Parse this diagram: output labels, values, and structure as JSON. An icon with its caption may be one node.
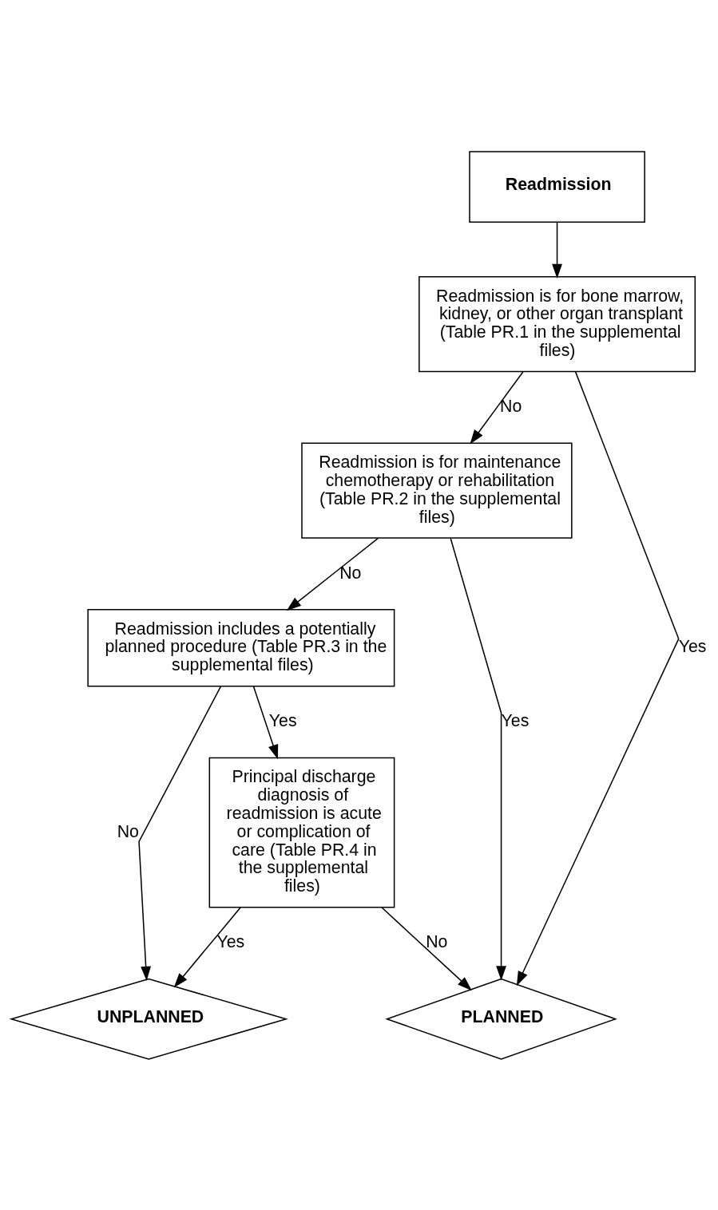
{
  "diagram": {
    "nodes": [
      {
        "text": [
          "Readmission"
        ]
      },
      {
        "text": [
          "Readmission is for bone marrow, kidney, or other organ transplant (Table PR.1 in the supplemental files)"
        ]
      },
      {
        "text": [
          "Readmission is for maintenance chemotherapy or rehabilitation (Table PR.2 in the supplemental files)"
        ]
      },
      {
        "text": [
          "Readmission includes a potentially planned procedure (Table PR.3 in the supplemental files)"
        ]
      },
      {
        "text": [
          "Principal discharge diagnosis of readmission is acute or complication of care (Table PR.4 in the supplemental files)"
        ]
      },
      {
        "text": [
          "UNPLANNED"
        ]
      },
      {
        "text": [
          "PLANNED"
        ]
      }
    ],
    "edges": [
      {
        "from": 0,
        "to": 1,
        "arrow": "to"
      },
      {
        "from": 1,
        "to": 6,
        "label": "Yes",
        "arrow": "to"
      },
      {
        "from": 1,
        "to": 2,
        "label": "No",
        "arrow": "to"
      },
      {
        "from": 2,
        "to": 6,
        "label": "Yes",
        "arrow": "to"
      },
      {
        "from": 2,
        "to": 3,
        "label": "No",
        "arrow": "to"
      },
      {
        "from": 3,
        "to": 5,
        "label": "No",
        "arrow": "to"
      },
      {
        "from": 3,
        "to": 4,
        "label": "Yes",
        "arrow": "to"
      },
      {
        "from": 4,
        "to": 5,
        "label": "Yes",
        "arrow": "to"
      },
      {
        "from": 4,
        "to": 6,
        "label": "No",
        "arrow": "to"
      }
    ]
  }
}
